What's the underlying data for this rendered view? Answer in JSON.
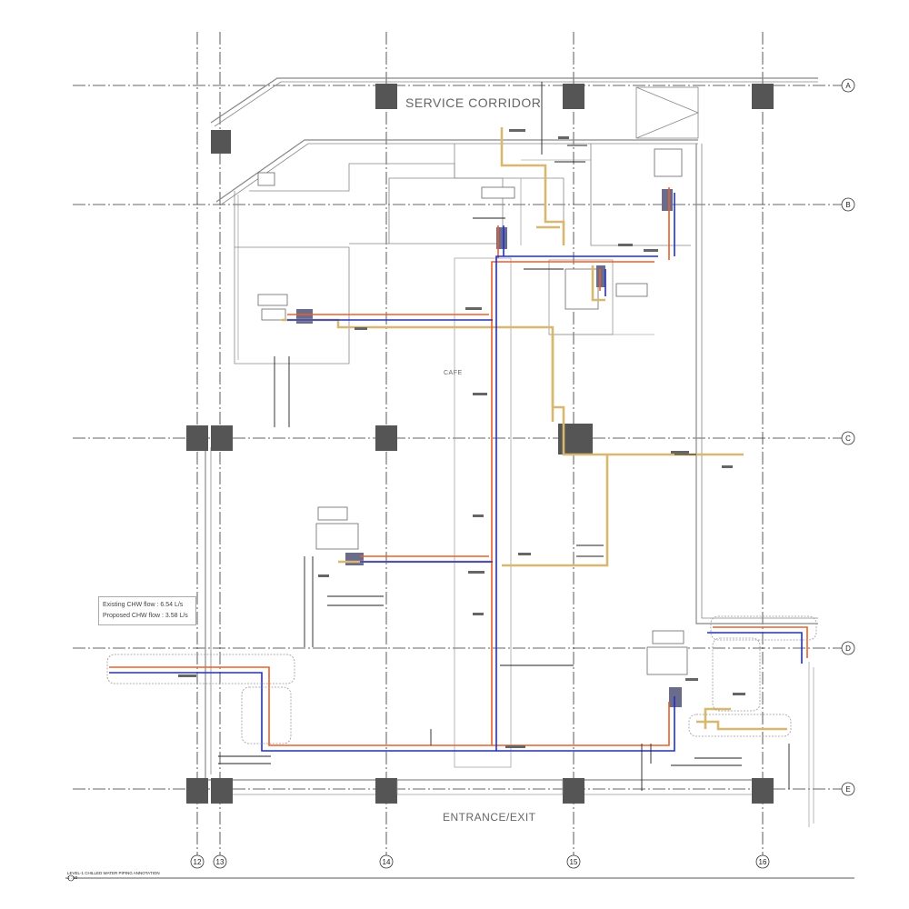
{
  "grid": {
    "columns": [
      {
        "id": "12",
        "label": "12"
      },
      {
        "id": "13",
        "label": "13"
      },
      {
        "id": "14",
        "label": "14"
      },
      {
        "id": "15",
        "label": "15"
      },
      {
        "id": "16",
        "label": "16"
      }
    ],
    "rows": [
      {
        "id": "A",
        "label": "A"
      },
      {
        "id": "B",
        "label": "B"
      },
      {
        "id": "C",
        "label": "C"
      },
      {
        "id": "D",
        "label": "D"
      },
      {
        "id": "E",
        "label": "E"
      }
    ]
  },
  "rooms": {
    "service_corridor": "SERVICE CORRIDOR",
    "entrance_exit": "ENTRANCE/EXIT",
    "cafe": "CAFE"
  },
  "flow_notes": {
    "existing": "Existing CHW flow : 6.54 L/s",
    "proposed": "Proposed CHW flow : 3.58 L/s"
  },
  "title_block": {
    "title": "LEVEL-1 CHILLED WATER PIPING ANNOTATION",
    "scale": "1 : 50"
  },
  "colors": {
    "supply": "#1f2fd6",
    "return": "#e8602a",
    "existing": "#d8b870",
    "grid": "#333333",
    "wall": "#888888",
    "column": "#555555"
  }
}
